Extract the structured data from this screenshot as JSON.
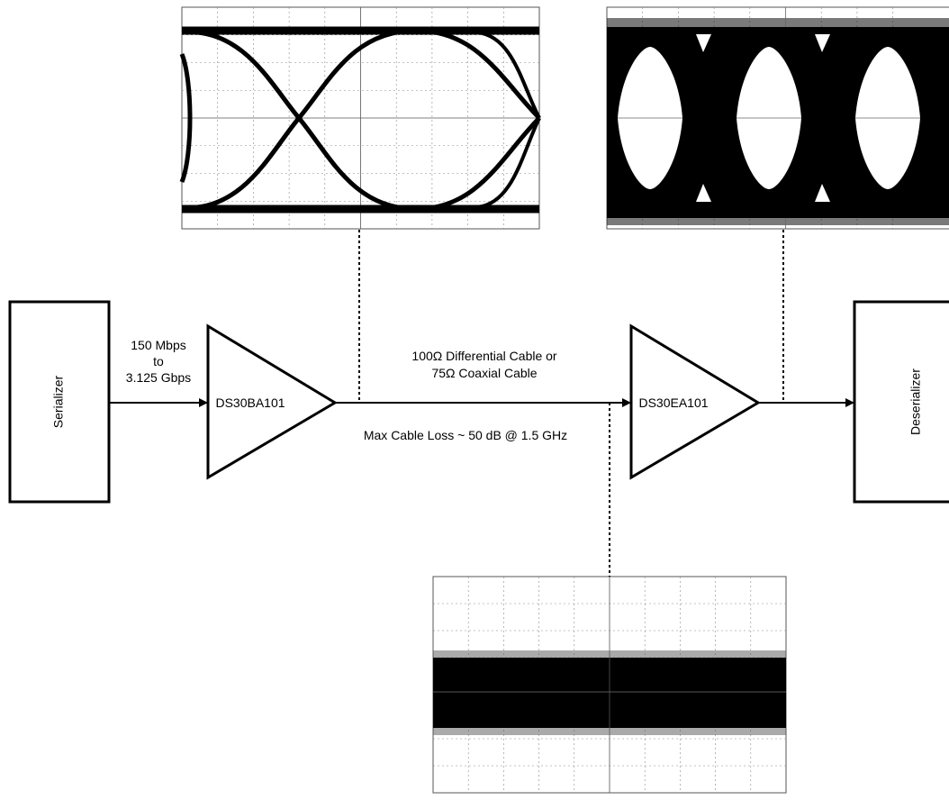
{
  "blocks": {
    "serializer": "Serializer",
    "deserializer": "Deserializer",
    "driver": "DS30BA101",
    "equalizer": "DS30EA101"
  },
  "labels": {
    "rate_line1": "150 Mbps",
    "rate_line2": "to",
    "rate_line3": "3.125 Gbps",
    "cable_line1": "100Ω Differential Cable or",
    "cable_line2": "75Ω Coaxial Cable",
    "loss": "Max Cable Loss ~ 50 dB @ 1.5 GHz"
  },
  "eye_diagrams": {
    "driver_output": {
      "description_state": "open-clean"
    },
    "equalizer_output": {
      "description_state": "open-jittered"
    },
    "cable_end": {
      "description_state": "closed"
    }
  }
}
